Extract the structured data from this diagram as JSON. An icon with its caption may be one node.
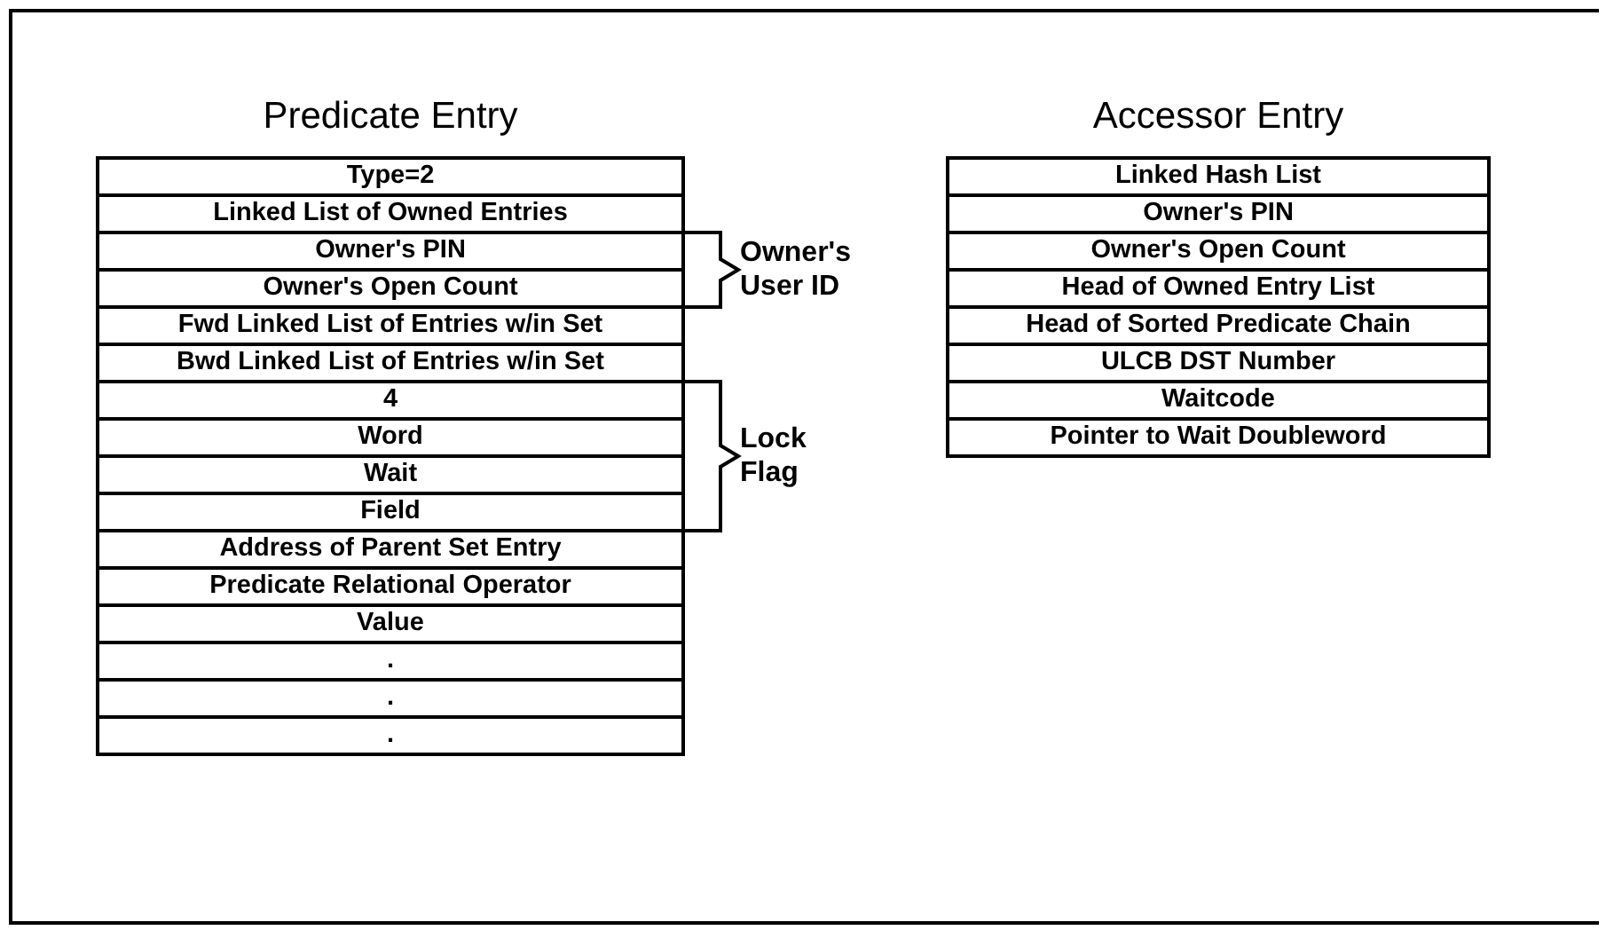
{
  "diagram": {
    "nodes": [
      {
        "text": [
          "Predicate Entry"
        ]
      },
      {
        "text": [
          "Type=2"
        ],
        "in": 0
      },
      {
        "text": [
          "Linked List of Owned Entries"
        ],
        "in": 0
      },
      {
        "text": [
          "Owner's PIN"
        ],
        "in": 0
      },
      {
        "text": [
          "Owner's Open Count"
        ],
        "in": 0
      },
      {
        "text": [
          "Fwd Linked List of Entries w/in Set"
        ],
        "in": 0
      },
      {
        "text": [
          "Bwd Linked List of Entries w/in Set"
        ],
        "in": 0
      },
      {
        "text": [
          "4"
        ],
        "in": 0
      },
      {
        "text": [
          "Word"
        ],
        "in": 0
      },
      {
        "text": [
          "Wait"
        ],
        "in": 0
      },
      {
        "text": [
          "Field"
        ],
        "in": 0
      },
      {
        "text": [
          "Address of Parent Set Entry"
        ],
        "in": 0
      },
      {
        "text": [
          "Predicate Relational Operator"
        ],
        "in": 0
      },
      {
        "text": [
          "Value"
        ],
        "in": 0
      },
      {
        "text": [
          "."
        ],
        "in": 0
      },
      {
        "text": [
          "."
        ],
        "in": 0
      },
      {
        "text": [
          "."
        ],
        "in": 0
      },
      {
        "text": [
          "Accessor Entry"
        ]
      },
      {
        "text": [
          "Linked Hash List"
        ],
        "in": 17
      },
      {
        "text": [
          "Owner's PIN"
        ],
        "in": 17
      },
      {
        "text": [
          "Owner's Open Count"
        ],
        "in": 17
      },
      {
        "text": [
          "Head of Owned Entry List"
        ],
        "in": 17
      },
      {
        "text": [
          "Head of Sorted Predicate Chain"
        ],
        "in": 17
      },
      {
        "text": [
          "ULCB DST Number"
        ],
        "in": 17
      },
      {
        "text": [
          "Waitcode"
        ],
        "in": 17
      },
      {
        "text": [
          "Pointer to Wait Doubleword"
        ],
        "in": 17
      }
    ],
    "edges": [],
    "labels": [
      "Owner's User ID",
      "Lock Flag"
    ]
  }
}
